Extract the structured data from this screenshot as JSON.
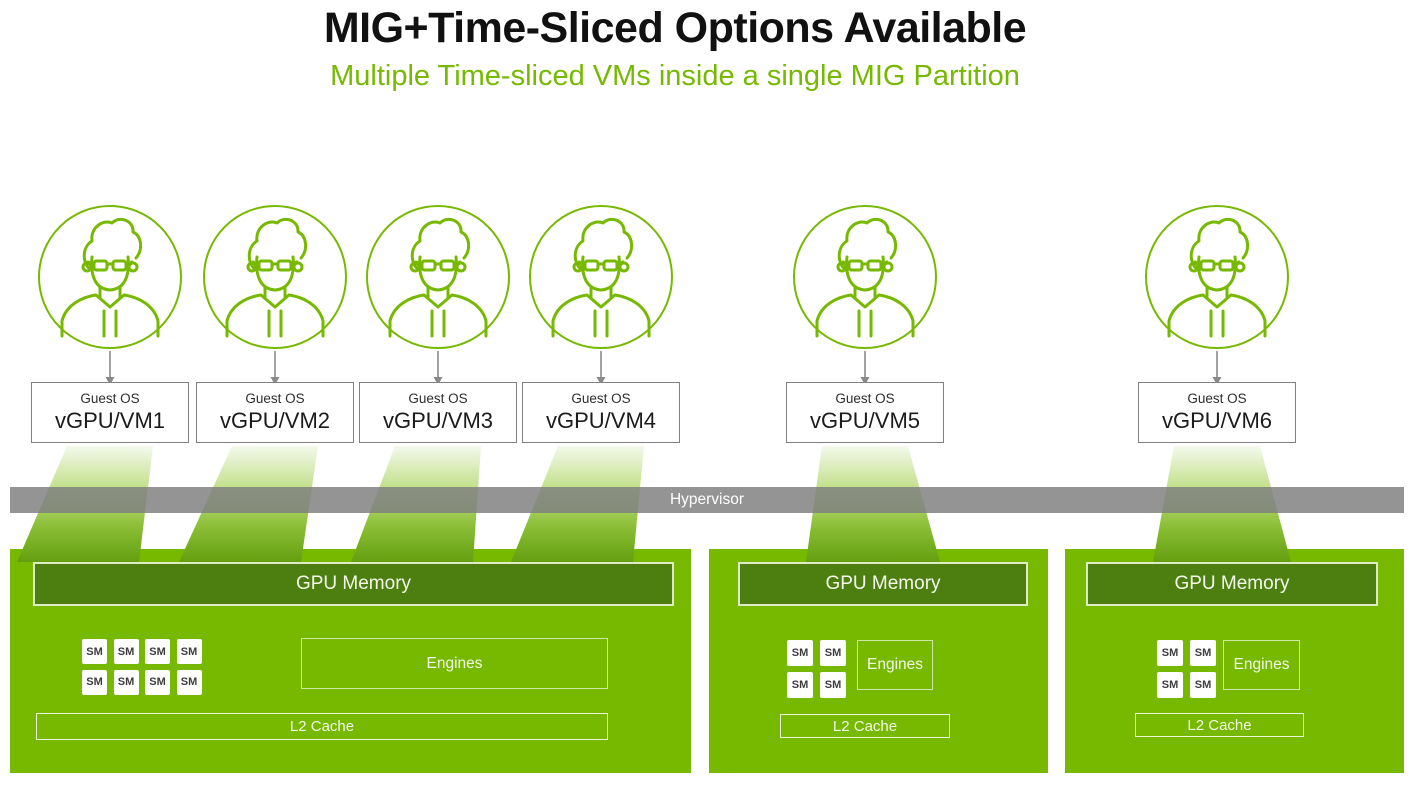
{
  "slide": {
    "title": "MIG+Time-Sliced Options Available",
    "subtitle": "Multiple Time-sliced VMs inside a single MIG Partition"
  },
  "hypervisor": {
    "label": "Hypervisor"
  },
  "vms": [
    {
      "os_label": "Guest OS",
      "name": "vGPU/VM1"
    },
    {
      "os_label": "Guest OS",
      "name": "vGPU/VM2"
    },
    {
      "os_label": "Guest OS",
      "name": "vGPU/VM3"
    },
    {
      "os_label": "Guest OS",
      "name": "vGPU/VM4"
    },
    {
      "os_label": "Guest OS",
      "name": "vGPU/VM5"
    },
    {
      "os_label": "Guest OS",
      "name": "vGPU/VM6"
    }
  ],
  "partitions": [
    {
      "memory_label": "GPU Memory",
      "sm_label": "SM",
      "sm_count": 8,
      "engines_label": "Engines",
      "l2_label": "L2 Cache"
    },
    {
      "memory_label": "GPU Memory",
      "sm_label": "SM",
      "sm_count": 4,
      "engines_label": "Engines",
      "l2_label": "L2 Cache"
    },
    {
      "memory_label": "GPU Memory",
      "sm_label": "SM",
      "sm_count": 4,
      "engines_label": "Engines",
      "l2_label": "L2 Cache"
    }
  ],
  "icons": {
    "avatar": "user-with-glasses-hoodie-avatar",
    "connector": "down-arrow"
  },
  "colors": {
    "nvidia_green": "#76b900",
    "memory_bar_green": "#4c7f10",
    "hypervisor_gray": "#979797",
    "title_black": "#111111",
    "box_border_gray": "#808080"
  }
}
